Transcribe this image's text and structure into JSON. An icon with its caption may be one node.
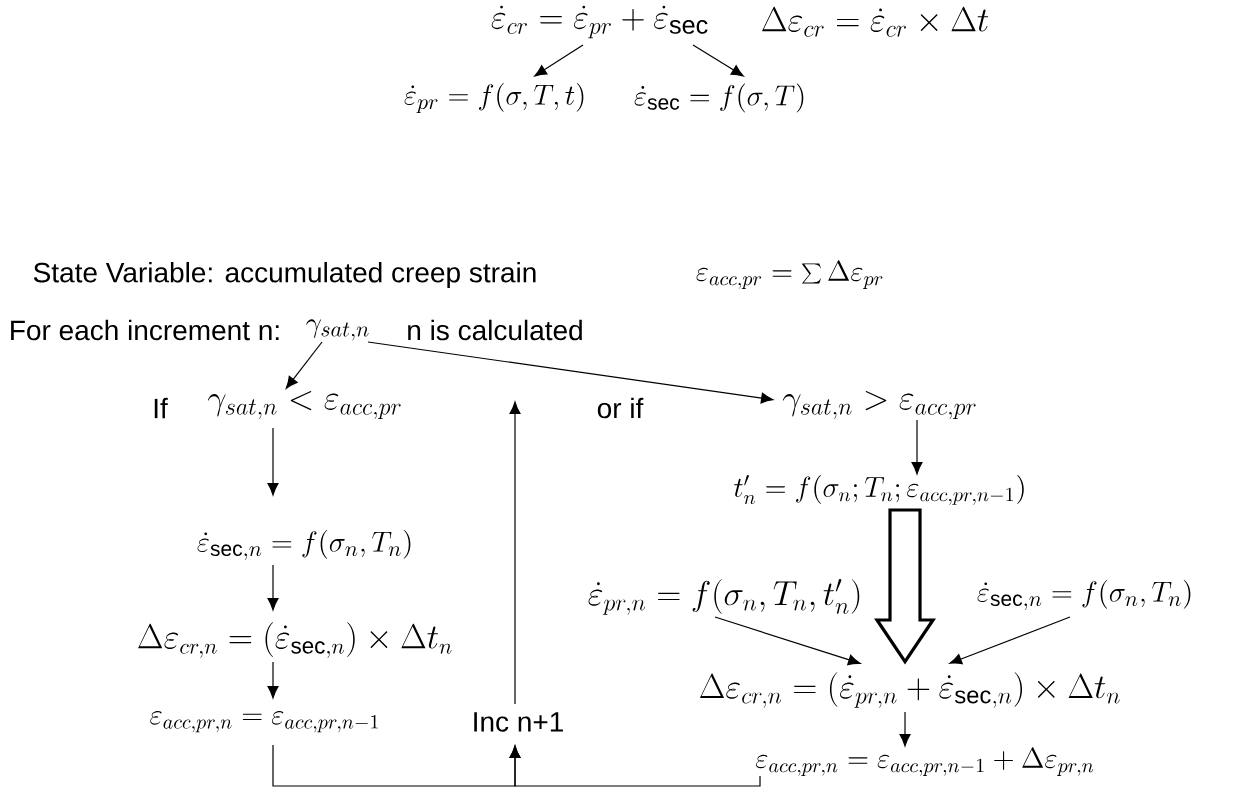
{
  "diagram": {
    "nodes": [
      {
        "text": [
          "\\dot{\\varepsilon}_{cr}=\\dot{\\varepsilon}_{pr}+\\dot{\\varepsilon}_{\\mathrm{sec}}"
        ]
      },
      {
        "text": [
          "\\dot{\\varepsilon}_{pr}=f(\\sigma,T,t)"
        ]
      },
      {
        "text": [
          "\\dot{\\varepsilon}_{\\mathrm{sec}}=f(\\sigma,T)"
        ]
      },
      {
        "text": [
          "\\gamma_{sat,n}"
        ]
      },
      {
        "text": [
          "\\gamma_{sat,n}<\\varepsilon_{acc,pr}"
        ]
      },
      {
        "text": [
          "\\gamma_{sat,n}>\\varepsilon_{acc,pr}"
        ]
      },
      {
        "text": [
          "\\dot{\\varepsilon}_{\\mathrm{sec},n}=f(\\sigma_n,T_n)"
        ]
      },
      {
        "text": [
          "\\Delta\\varepsilon_{cr,n}=(\\dot{\\varepsilon}_{\\mathrm{sec},n})\\times\\Delta t_n"
        ]
      },
      {
        "text": [
          "\\varepsilon_{acc,pr,n}=\\varepsilon_{acc,pr,n-1}"
        ]
      },
      {
        "text": [
          "Inc n+1"
        ]
      },
      {
        "text": [
          "t_n'=f(\\sigma_n;T_n;\\varepsilon_{acc,pr,n-1})"
        ]
      },
      {
        "text": [
          "\\dot{\\varepsilon}_{pr,n}=f(\\sigma_n,T_n,t_n')"
        ]
      },
      {
        "text": [
          "\\dot{\\varepsilon}_{\\mathrm{sec},n}=f(\\sigma_n,T_n)"
        ]
      },
      {
        "text": [
          "\\Delta\\varepsilon_{cr,n}=(\\dot{\\varepsilon}_{pr,n}+\\dot{\\varepsilon}_{\\mathrm{sec},n})\\times\\Delta t_n"
        ]
      },
      {
        "text": [
          "\\varepsilon_{acc,pr,n}=\\varepsilon_{acc,pr,n-1}+\\Delta\\varepsilon_{pr,n}"
        ]
      }
    ],
    "edges": [
      {
        "from": 0,
        "to": 1,
        "arrow": "to"
      },
      {
        "from": 0,
        "to": 2,
        "arrow": "to"
      },
      {
        "from": 3,
        "to": 4,
        "arrow": "to"
      },
      {
        "from": 3,
        "to": 5,
        "arrow": "to"
      },
      {
        "from": 4,
        "to": 6,
        "arrow": "to"
      },
      {
        "from": 6,
        "to": 7,
        "arrow": "to"
      },
      {
        "from": 7,
        "to": 8,
        "arrow": "to"
      },
      {
        "from": 8,
        "to": 9,
        "arrow": "to"
      },
      {
        "from": 9,
        "to": null,
        "arrow": "to"
      },
      {
        "from": 5,
        "to": 10,
        "arrow": "to"
      },
      {
        "from": 10,
        "to": 13,
        "arrow": "to",
        "style": "thick"
      },
      {
        "from": 11,
        "to": 13,
        "arrow": "to"
      },
      {
        "from": 12,
        "to": 13,
        "arrow": "to"
      },
      {
        "from": 13,
        "to": 14,
        "arrow": "to"
      },
      {
        "from": 14,
        "to": 9,
        "arrow": "to"
      }
    ],
    "labels": [
      "\\Delta\\varepsilon_{cr}=\\dot{\\varepsilon}_{cr}\\times\\Delta t",
      "State Variable: accumulated creep strain",
      "\\varepsilon_{acc,pr}=\\sum\\Delta\\varepsilon_{pr}",
      "For each increment n:",
      "n is calculated",
      "If",
      "or if"
    ]
  }
}
